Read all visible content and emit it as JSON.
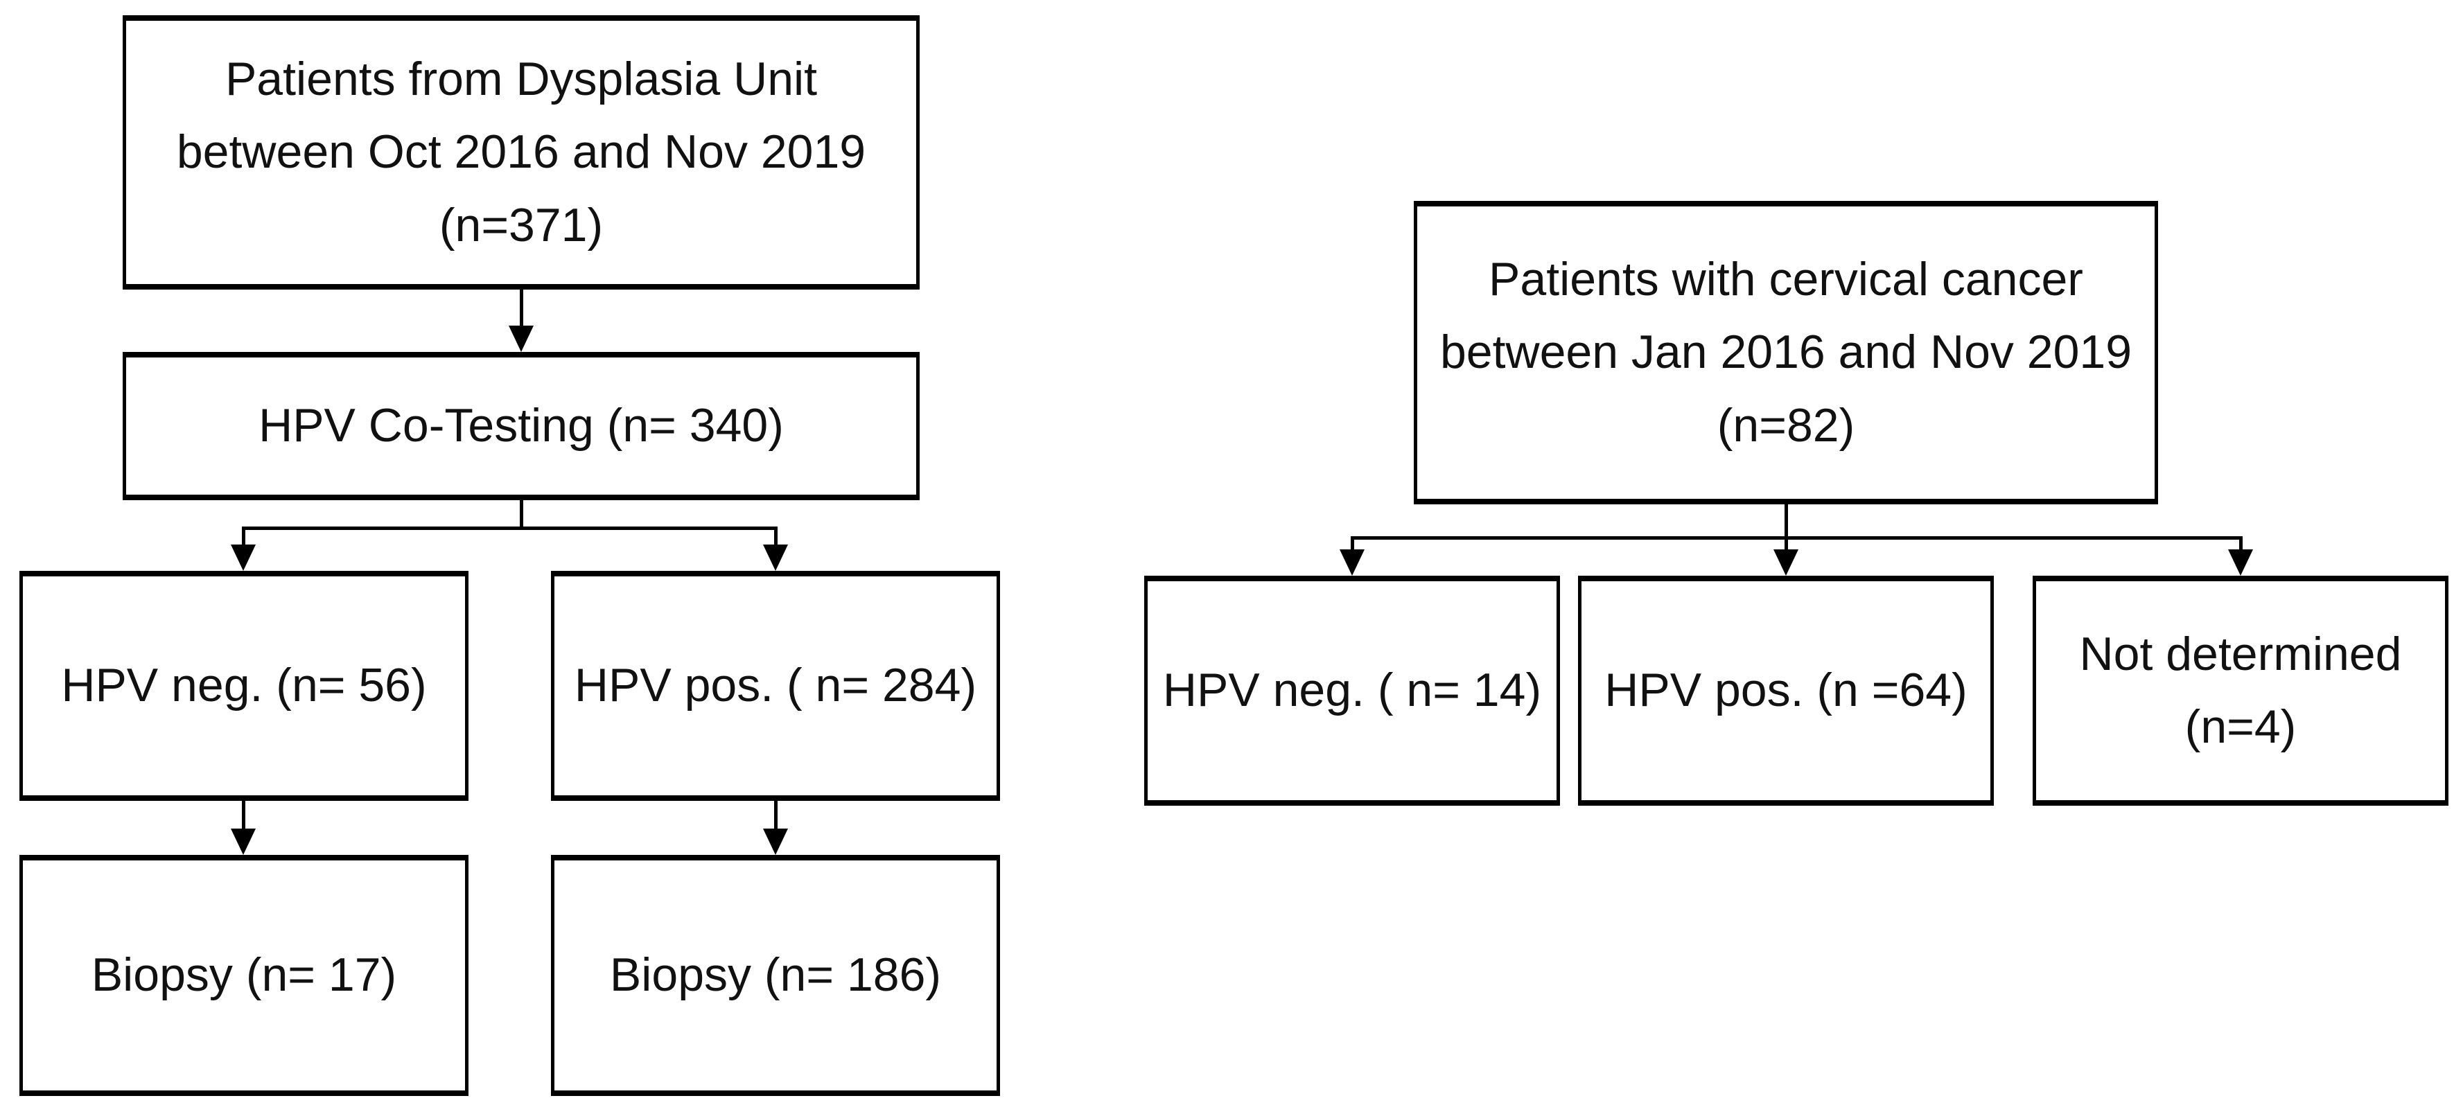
{
  "left_tree": {
    "root_label": "Patients from Dysplasia Unit\nbetween Oct 2016 and Nov 2019\n(n=371)",
    "cotesting_label": "HPV Co-Testing (n= 340)",
    "hpv_neg_label": "HPV neg. (n= 56)",
    "hpv_pos_label": "HPV pos. ( n= 284)",
    "biopsy_neg_label": "Biopsy (n= 17)",
    "biopsy_pos_label": "Biopsy (n= 186)"
  },
  "right_tree": {
    "root_label": "Patients with cervical cancer\nbetween Jan 2016 and Nov 2019\n(n=82)",
    "hpv_neg_label": "HPV neg. ( n= 14)",
    "hpv_pos_label": "HPV pos. (n =64)",
    "not_determined_label": "Not determined\n(n=4)"
  },
  "colors": {
    "line": "#000000",
    "text": "#111111",
    "background": "#ffffff"
  }
}
